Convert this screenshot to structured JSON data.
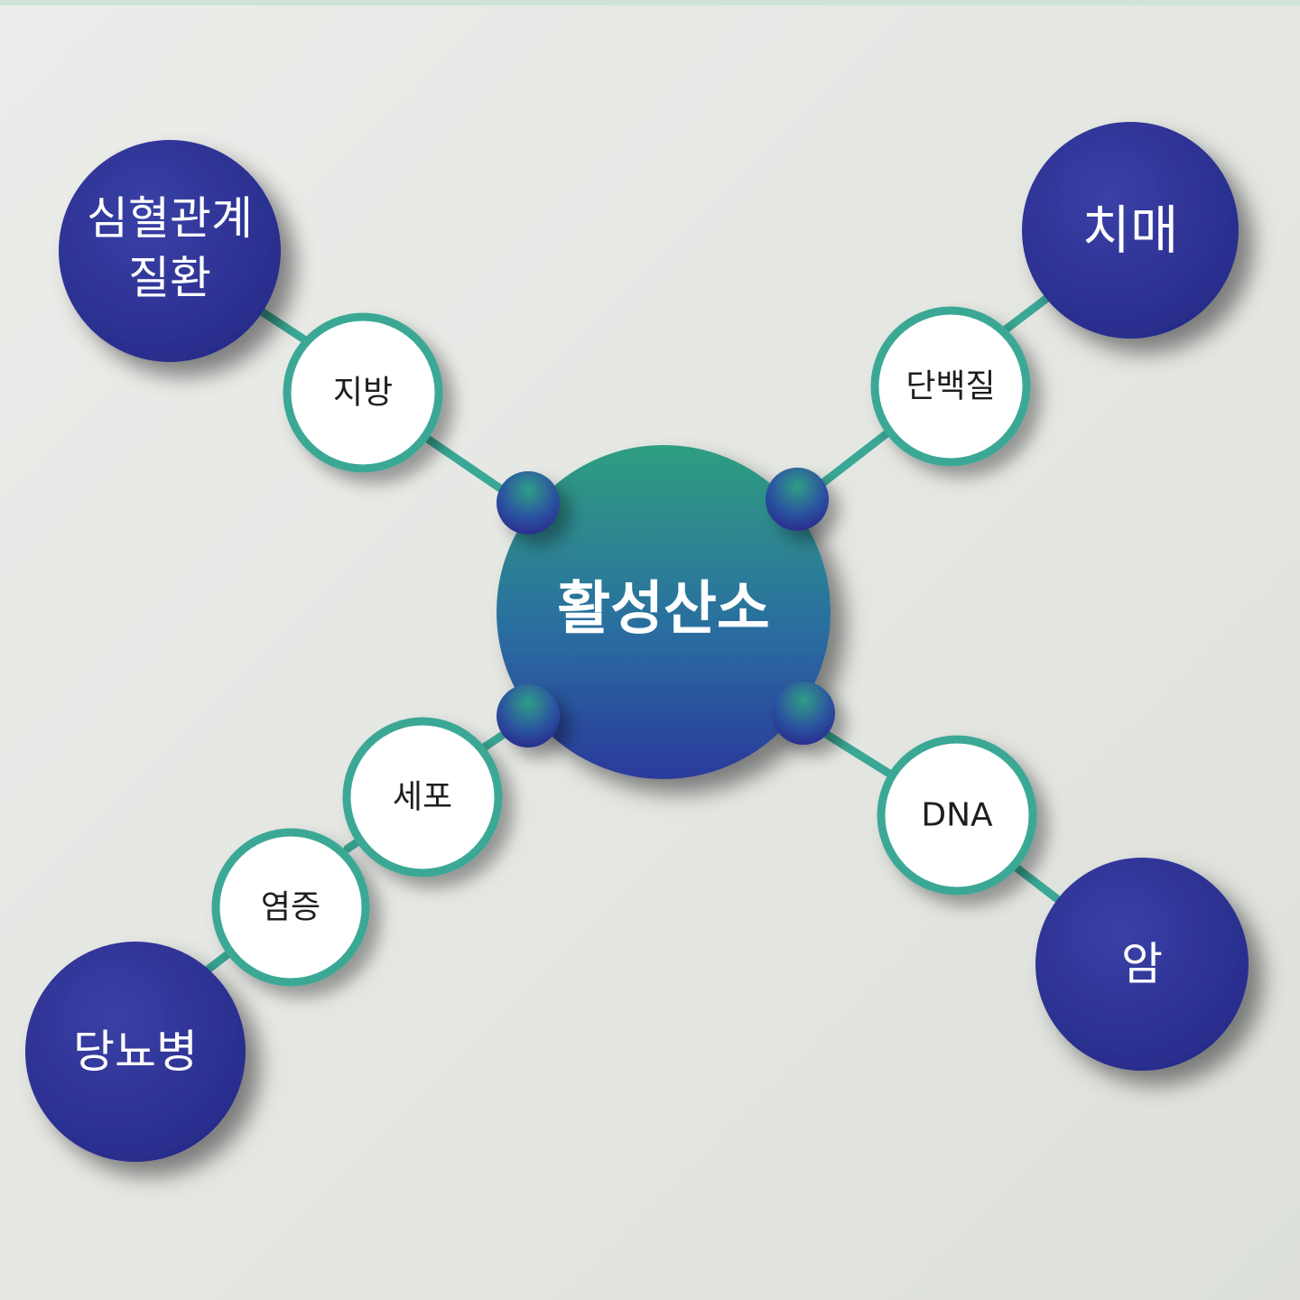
{
  "diagram": {
    "center": {
      "label": "활성산소"
    },
    "top_left": {
      "disease_line1": "심혈관계",
      "disease_line2": "질환",
      "target": "지방"
    },
    "top_right": {
      "disease": "치매",
      "target": "단백질"
    },
    "bottom_left": {
      "disease": "당뇨병",
      "target_near": "세포",
      "target_far": "염증"
    },
    "bottom_right": {
      "disease": "암",
      "target": "DNA"
    }
  },
  "colors": {
    "disease_fill": "#2f3396",
    "center_top": "#2f9e80",
    "center_bottom": "#2c3a9c",
    "connector": "#3aa895",
    "background": "#e6e7e3"
  }
}
